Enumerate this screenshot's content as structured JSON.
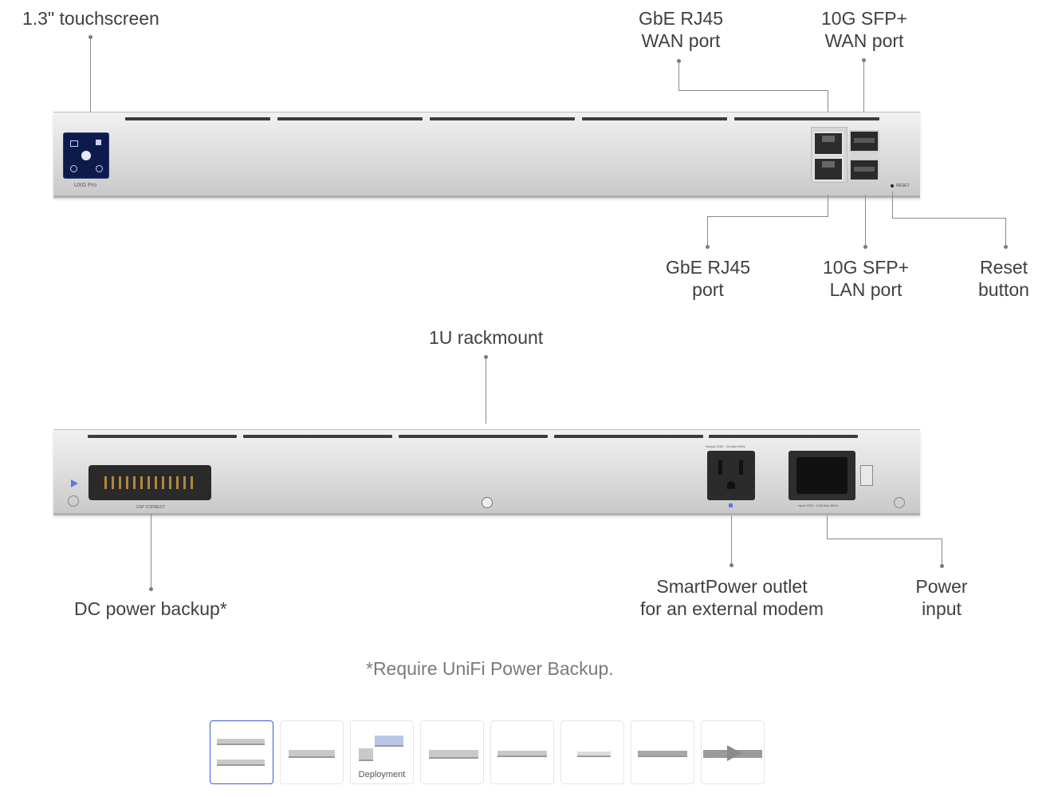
{
  "front_callouts": {
    "touchscreen": "1.3\" touchscreen",
    "gbe_wan_line1": "GbE RJ45",
    "gbe_wan_line2": "WAN port",
    "sfp_wan_line1": "10G SFP+",
    "sfp_wan_line2": "WAN port",
    "gbe_port_line1": "GbE RJ45",
    "gbe_port_line2": "port",
    "sfp_lan_line1": "10G SFP+",
    "sfp_lan_line2": "LAN port",
    "reset_line1": "Reset",
    "reset_line2": "button"
  },
  "front_device": {
    "model_label": "UXG Pro",
    "reset_label": "RESET",
    "display_color": "#0d1b4c"
  },
  "rear_callouts": {
    "rackmount": "1U rackmount",
    "dc_backup": "DC power backup*",
    "smartpower_line1": "SmartPower outlet",
    "smartpower_line2": "for an external modem",
    "power_line1": "Power",
    "power_line2": "input"
  },
  "rear_device": {
    "connector_label": "USP CONNECT",
    "outlet_label": "Output 125V~ 2A Max 60Hz",
    "inlet_label": "Input 125V~ 2.5A Max 60Hz"
  },
  "footnote": "*Require UniFi Power Backup.",
  "thumbnails": [
    {
      "name": "thumb-1",
      "label": "",
      "active": true
    },
    {
      "name": "thumb-2",
      "label": ""
    },
    {
      "name": "thumb-3",
      "label": "Deployment"
    },
    {
      "name": "thumb-4",
      "label": ""
    },
    {
      "name": "thumb-5",
      "label": ""
    },
    {
      "name": "thumb-6",
      "label": ""
    },
    {
      "name": "thumb-7",
      "label": ""
    },
    {
      "name": "thumb-8",
      "label": "",
      "icon": "play-icon"
    }
  ],
  "colors": {
    "accent": "#3a5bd9",
    "label_text": "#404040",
    "footnote_text": "#7a7a7a"
  }
}
